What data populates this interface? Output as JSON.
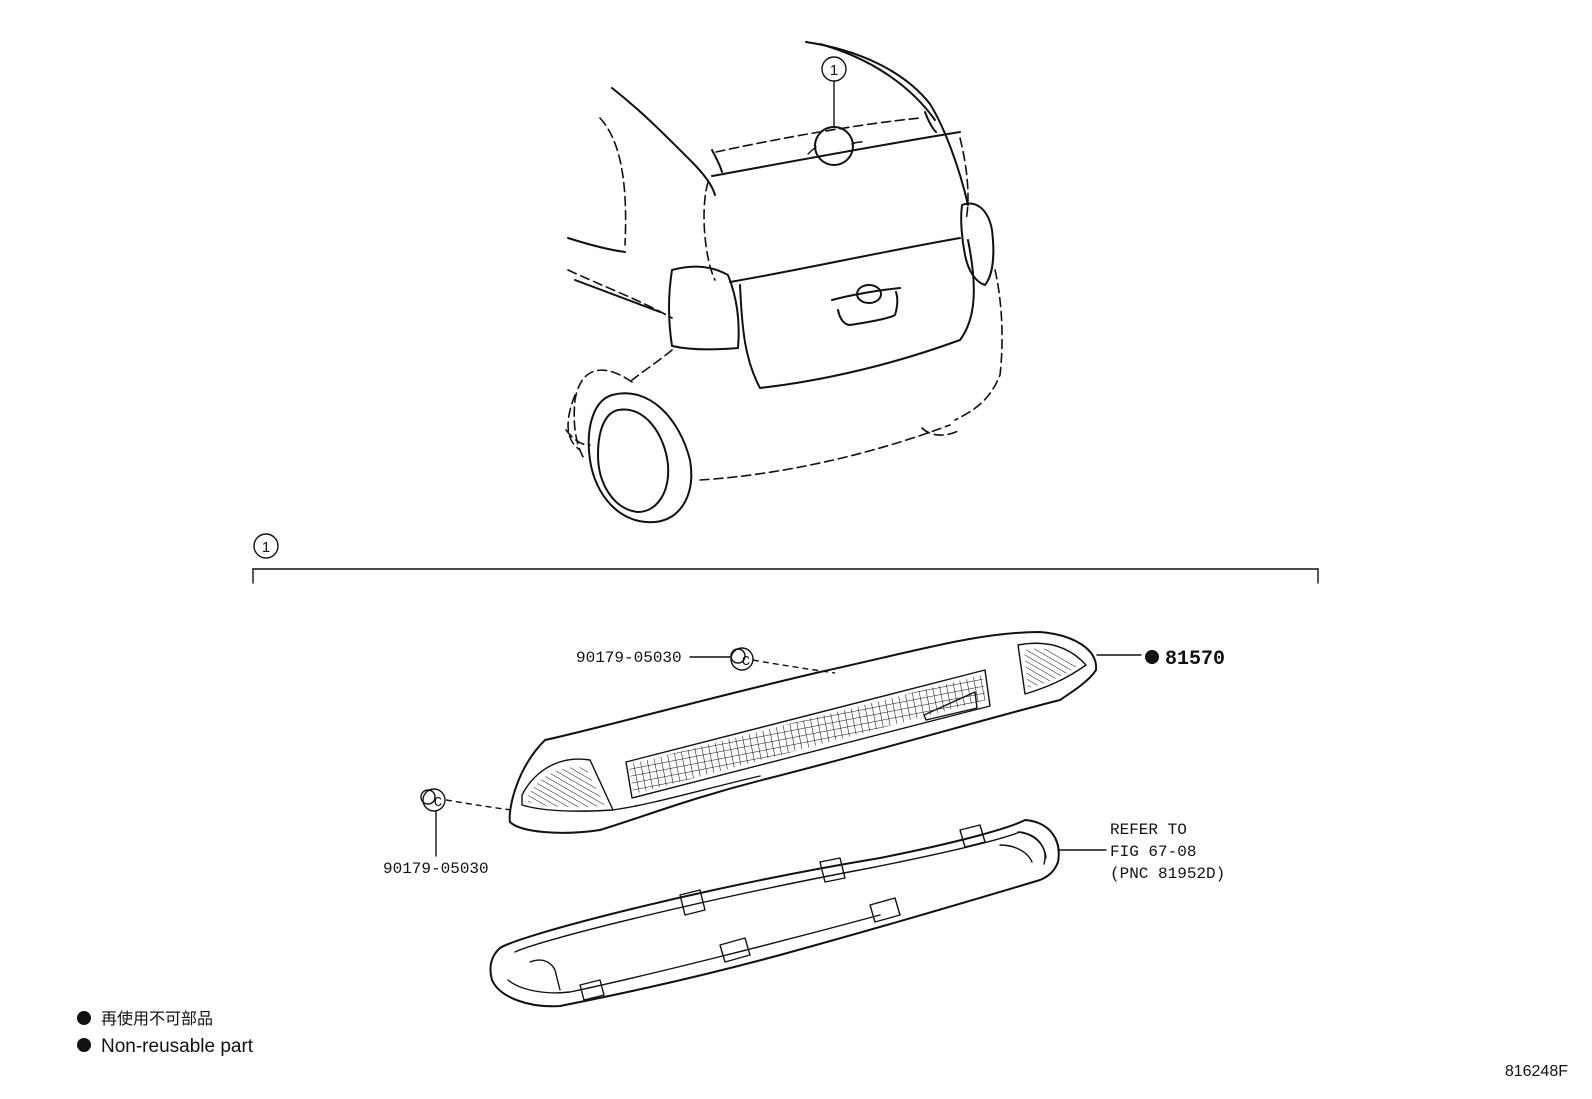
{
  "callouts": {
    "top_ref": "1",
    "detail_ref": "1"
  },
  "parts": {
    "clip_upper": "90179-05030",
    "clip_lower": "90179-05030",
    "lamp_number": "81570"
  },
  "refer": {
    "line1": "REFER TO",
    "line2": "FIG 67-08",
    "line3": "(PNC 81952D)"
  },
  "legend": {
    "jp_text": "再使用不可部品",
    "en_text": "Non-reusable part"
  },
  "figure_id": "816248F",
  "colors": {
    "line": "#111111",
    "background": "#ffffff"
  },
  "icons": {
    "clip": "clip-c-icon",
    "non_reusable_marker": "filled-circle-icon"
  }
}
